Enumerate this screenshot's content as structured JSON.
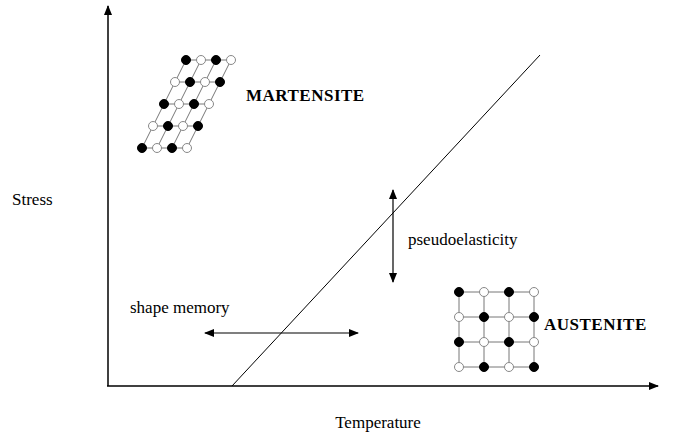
{
  "diagram": {
    "labels": [
      "Stress",
      "Temperature",
      "MARTENSITE",
      "AUSTENITE",
      "pseudoelasticity",
      "shape memory"
    ]
  }
}
